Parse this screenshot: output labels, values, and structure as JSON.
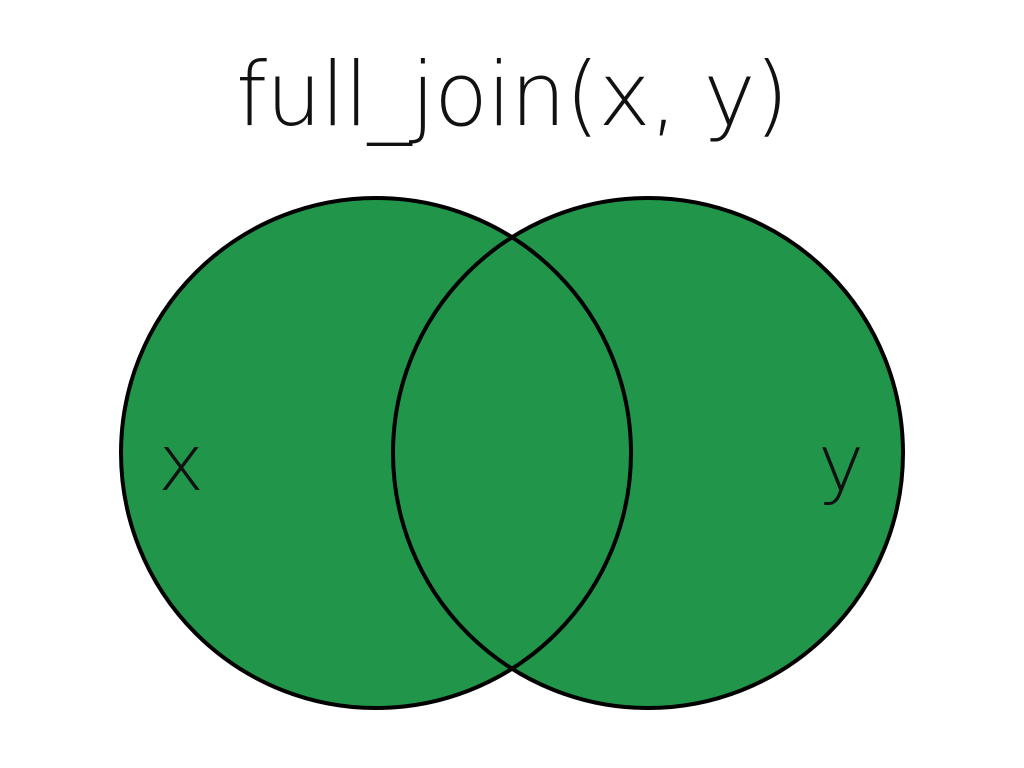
{
  "title": "full_join(x, y)",
  "sets": {
    "left_label": "x",
    "right_label": "y"
  },
  "colors": {
    "fill": "#21964a",
    "stroke": "#000000",
    "background": "#ffffff"
  }
}
